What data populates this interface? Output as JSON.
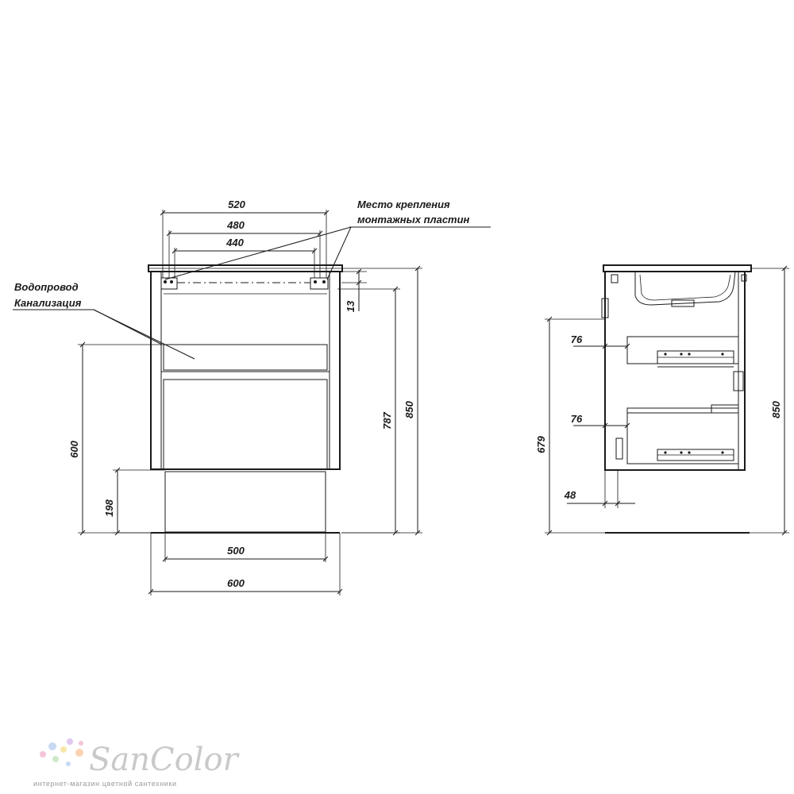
{
  "front_view": {
    "dims": {
      "width_top": "520",
      "width_mid": "480",
      "width_inner": "440",
      "gap_13": "13",
      "height_787": "787",
      "height_850": "850",
      "height_600": "600",
      "height_198": "198",
      "width_500": "500",
      "width_600": "600"
    },
    "notes": {
      "mount_line1": "Место крепления",
      "mount_line2": "монтажных пластин",
      "pipes_line1": "Водопровод",
      "pipes_line2": "Канализация"
    }
  },
  "side_view": {
    "dims": {
      "depth_76_upper": "76",
      "depth_76_lower": "76",
      "depth_48": "48",
      "height_679": "679",
      "height_850": "850"
    }
  },
  "watermark": {
    "name": "SanColor",
    "tagline": "интернет-магазин цветной сантехники",
    "dot_colors": [
      "#f6c3d8",
      "#c7d9f3",
      "#f7e8a8",
      "#cfe9c8",
      "#e0c8ef",
      "#fbd3b3"
    ]
  }
}
